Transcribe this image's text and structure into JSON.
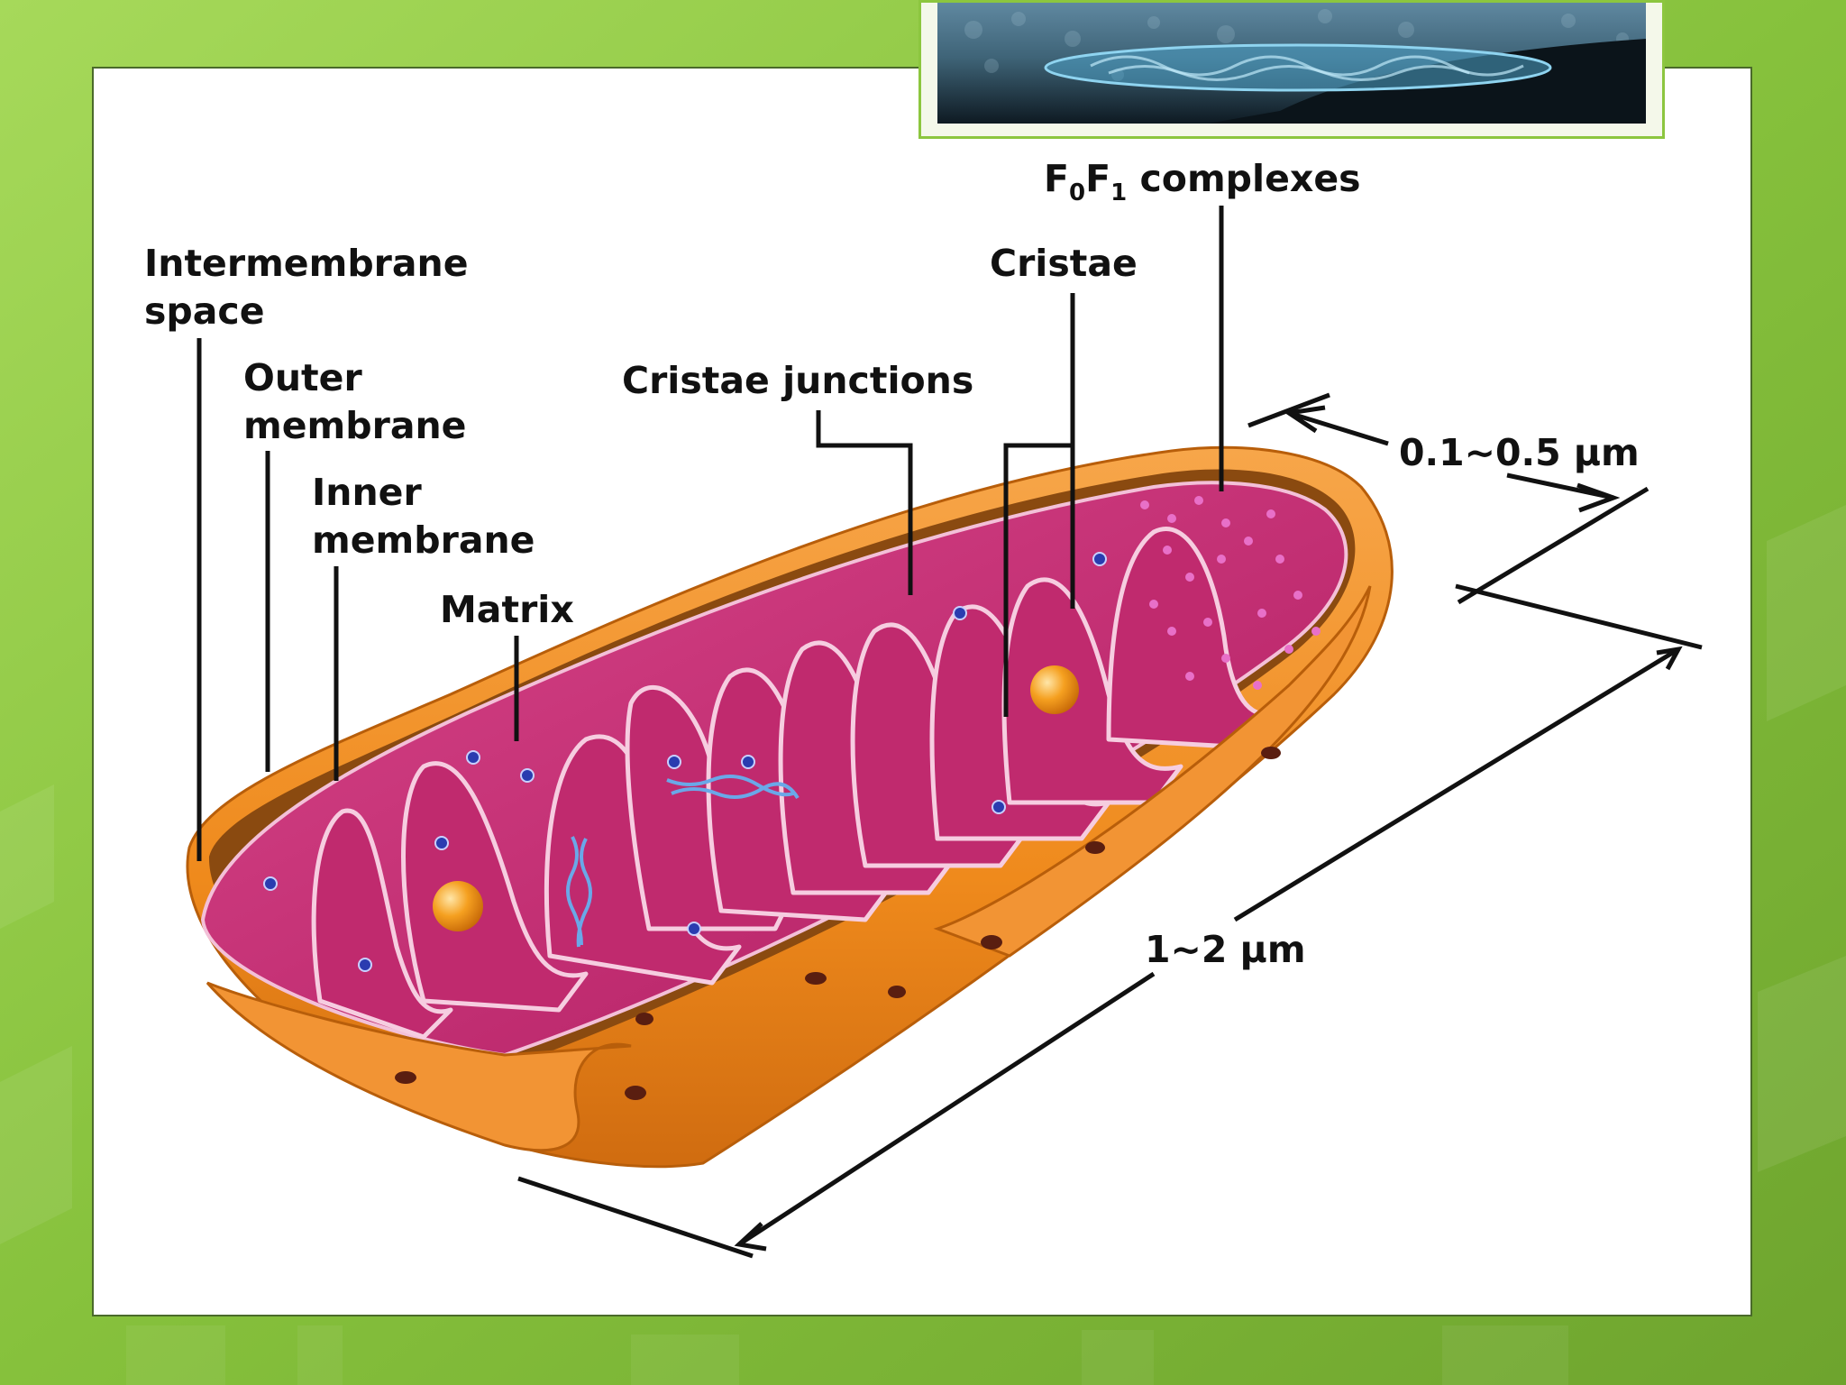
{
  "labels": {
    "intermembrane": [
      "Intermembrane",
      "space"
    ],
    "outer": [
      "Outer",
      "membrane"
    ],
    "inner": [
      "Inner",
      "membrane"
    ],
    "matrix": "Matrix",
    "cristae_junctions": "Cristae junctions",
    "cristae": "Cristae",
    "complexes": {
      "f": "F",
      "sub0": "0",
      "f2": "F",
      "sub1": "1",
      "rest": " complexes"
    },
    "width_dim": "0.1~0.5 µm",
    "length_dim": "1~2 µm"
  },
  "colors": {
    "background_green": "#8cc63f",
    "outer_membrane": "#f28a1e",
    "inner_membrane": "#c8206a",
    "matrix": "#d23a7e",
    "ribosome": "#2a3cb0",
    "granule": "#f5a020",
    "text": "#111111"
  }
}
